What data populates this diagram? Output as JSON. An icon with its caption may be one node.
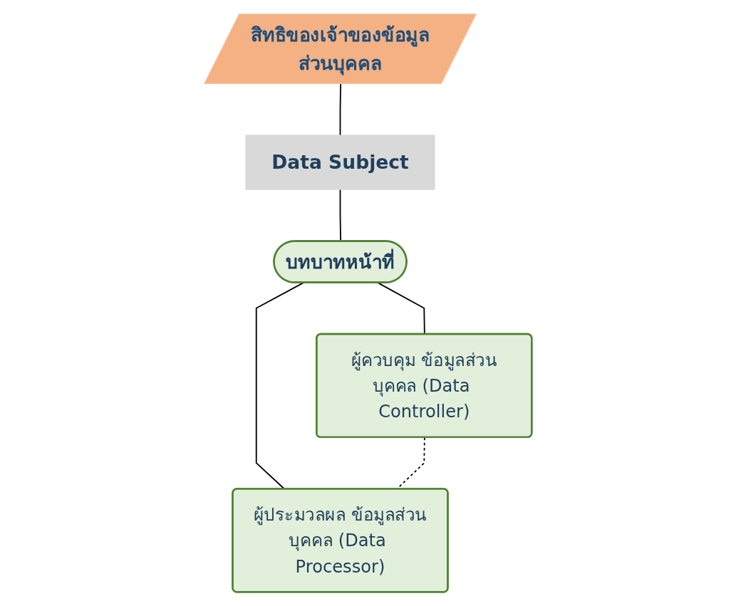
{
  "diagram": {
    "nodes": [
      {
        "text": [
          "สิทธิของเจ้าของข้อมูลส่วนบุคคล"
        ]
      },
      {
        "text": [
          "Data Subject"
        ]
      },
      {
        "text": [
          "บทบาทหน้าที่"
        ]
      },
      {
        "text": [
          "ผู้ควบคุม ข้อมูลส่วนบุคคล (Data Controller)"
        ]
      },
      {
        "text": [
          "ผู้ประมวลผล ข้อมูลส่วนบุคคล (Data Processor)"
        ]
      }
    ],
    "edges": [
      {
        "from": 0,
        "to": 1,
        "arrow": "none"
      },
      {
        "from": 1,
        "to": 2,
        "arrow": "none"
      },
      {
        "from": 2,
        "to": 3,
        "arrow": "none"
      },
      {
        "from": 2,
        "to": 4,
        "arrow": "none"
      },
      {
        "from": 3,
        "to": 4,
        "arrow": "none",
        "style": "dashed"
      }
    ]
  }
}
